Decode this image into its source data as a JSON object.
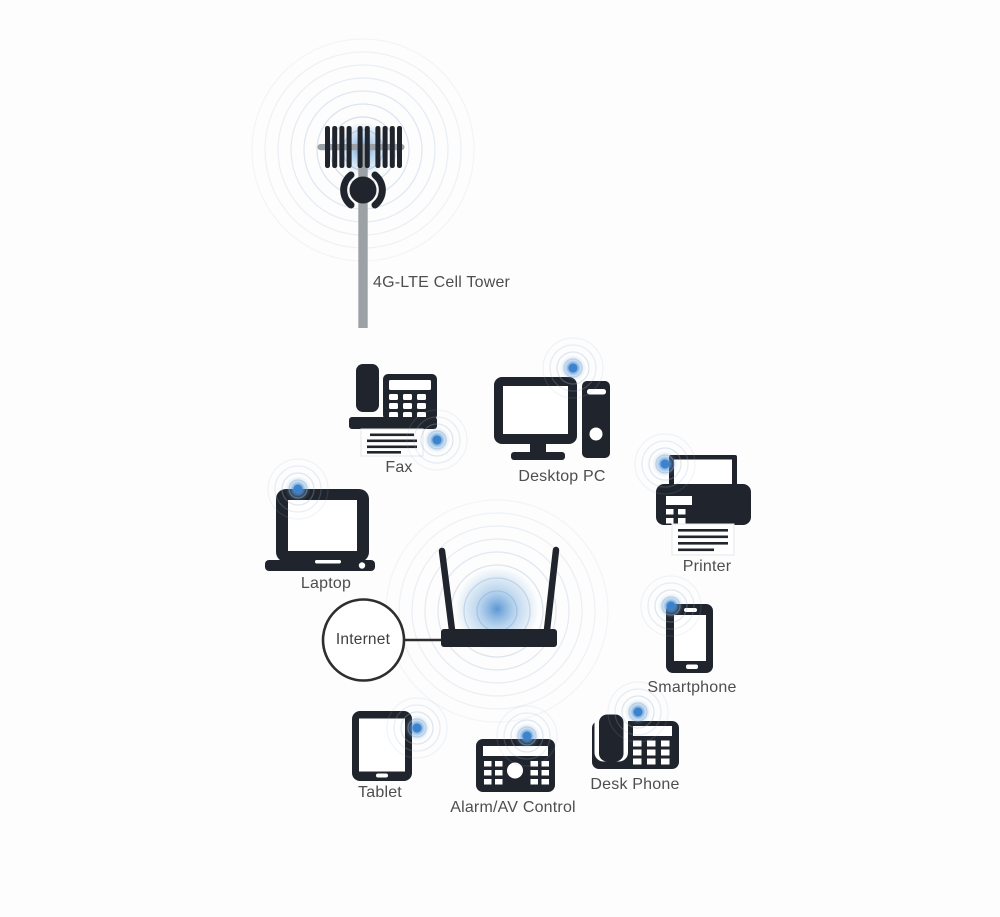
{
  "diagram_type": "home-network-topology",
  "nodes": {
    "cell_tower": {
      "label": "4G-LTE Cell Tower",
      "icon": "cell-tower-icon"
    },
    "internet": {
      "label": "Internet",
      "icon": "internet-circle-node"
    },
    "router": {
      "icon": "wifi-router-icon"
    },
    "fax": {
      "label": "Fax",
      "icon": "fax-icon"
    },
    "desktop_pc": {
      "label": "Desktop PC",
      "icon": "desktop-pc-icon"
    },
    "printer": {
      "label": "Printer",
      "icon": "printer-icon"
    },
    "laptop": {
      "label": "Laptop",
      "icon": "laptop-icon"
    },
    "smartphone": {
      "label": "Smartphone",
      "icon": "smartphone-icon"
    },
    "tablet": {
      "label": "Tablet",
      "icon": "tablet-icon"
    },
    "alarm_av_control": {
      "label": "Alarm/AV Control",
      "icon": "alarm-av-control-icon"
    },
    "desk_phone": {
      "label": "Desk Phone",
      "icon": "desk-phone-icon"
    }
  },
  "connections": [
    {
      "from": "internet",
      "to": "router",
      "style": "solid-line"
    }
  ],
  "signal_indicators": [
    "fax",
    "desktop_pc",
    "printer",
    "laptop",
    "smartphone",
    "tablet",
    "alarm_av_control",
    "desk_phone"
  ],
  "colors": {
    "device_icon": "#20242c",
    "label_text": "#4e4e4e",
    "signal_ring": "#9db8d4",
    "signal_core": "#3b82cd",
    "tower_pole": "#9ca1a5",
    "outline": "#2e2e2e",
    "background": "#fdfdfd"
  }
}
